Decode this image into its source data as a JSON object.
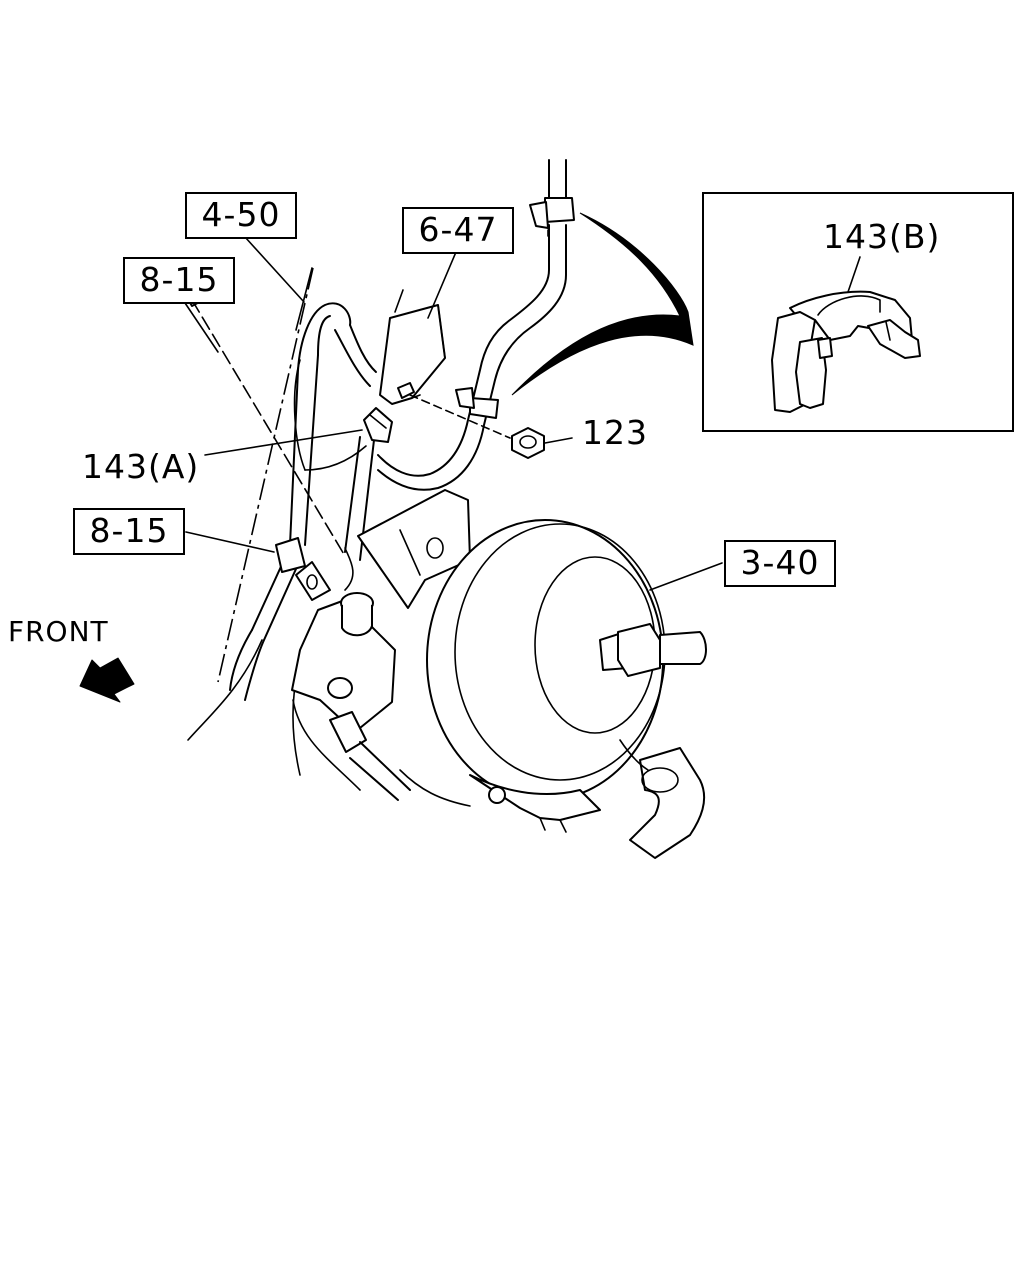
{
  "callouts": {
    "ref_4_50": "4-50",
    "ref_6_47": "6-47",
    "ref_8_15_top": "8-15",
    "ref_8_15_mid": "8-15",
    "ref_3_40": "3-40",
    "part_143a": "143(A)",
    "part_123": "123",
    "part_143b": "143(B)"
  },
  "orientation": {
    "front_label": "FRONT",
    "arrow_icon": "front-arrow-icon"
  },
  "detail_view": {
    "label": "143(B)"
  }
}
